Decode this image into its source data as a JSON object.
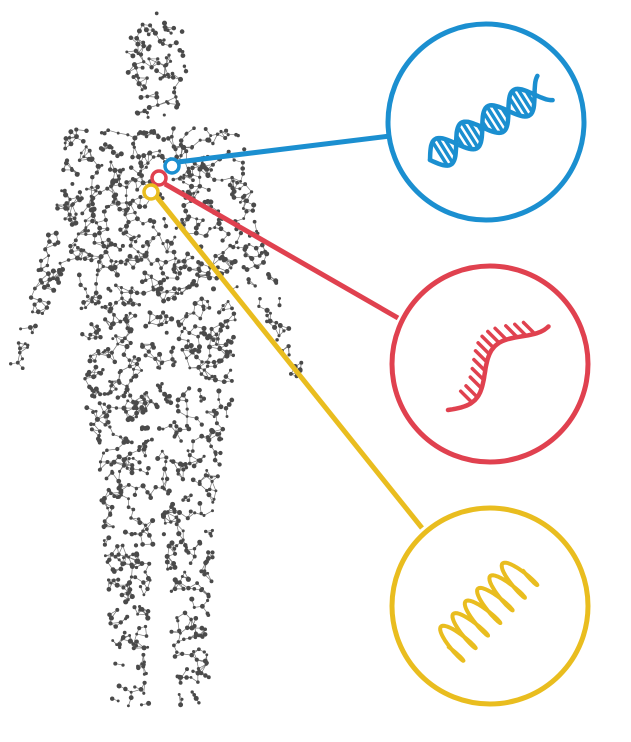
{
  "figure": {
    "subject": "human-body-network",
    "background_color": "#ffffff",
    "body_color": "#4a4a4a"
  },
  "callouts": [
    {
      "id": "dna",
      "icon": "dna-double-helix-icon",
      "color": "#1b8fd0"
    },
    {
      "id": "rna",
      "icon": "rna-single-strand-icon",
      "color": "#e0414f"
    },
    {
      "id": "protein",
      "icon": "protein-helix-icon",
      "color": "#e9bd1f"
    }
  ]
}
